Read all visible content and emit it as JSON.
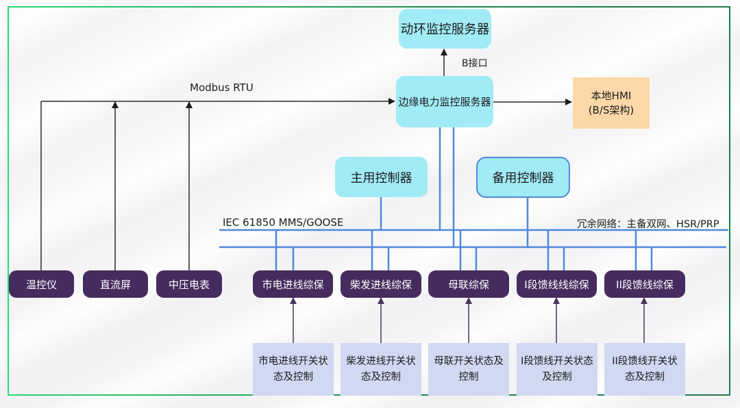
{
  "diagram": {
    "servers": {
      "env_monitor": "动环监控服务器",
      "edge_power": "边缘电力监控服务器",
      "local_hmi_line1": "本地HMI",
      "local_hmi_line2": "(B/S架构)"
    },
    "links": {
      "b_interface": "B接口",
      "modbus": "Modbus RTU",
      "iec": "IEC 61850 MMS/GOOSE",
      "redundant": "冗余网络：主备双网、HSR/PRP"
    },
    "controllers": {
      "primary": "主用控制器",
      "backup": "备用控制器"
    },
    "modbus_devices": [
      {
        "label": "温控仪"
      },
      {
        "label": "直流屏"
      },
      {
        "label": "中压电表"
      }
    ],
    "protection_relays": [
      {
        "label": "市电进线综保"
      },
      {
        "label": "柴发进线综保"
      },
      {
        "label": "母联综保"
      },
      {
        "label": "I段馈线线综保"
      },
      {
        "label": "II段馈线综保"
      }
    ],
    "switch_controls": [
      {
        "line1": "市电进线开关状",
        "line2": "态及控制"
      },
      {
        "line1": "柴发进线开关状",
        "line2": "态及控制"
      },
      {
        "line1": "母联开关状态及",
        "line2": "控制"
      },
      {
        "line1": "I段馈线开关状态",
        "line2": "及控制"
      },
      {
        "line1": "II段馈线开关状",
        "line2": "态及控制"
      }
    ],
    "colors": {
      "frame": "#2bd673",
      "bus": "#4f87dc",
      "cyan_box": "#a1ebf6",
      "device_box": "#452b5e",
      "switch_box": "#d0d8f2",
      "hmi_box": "#fcd8a8",
      "arrow_dark": "#1c1c1c",
      "arrow_purple": "#5a4470"
    }
  }
}
